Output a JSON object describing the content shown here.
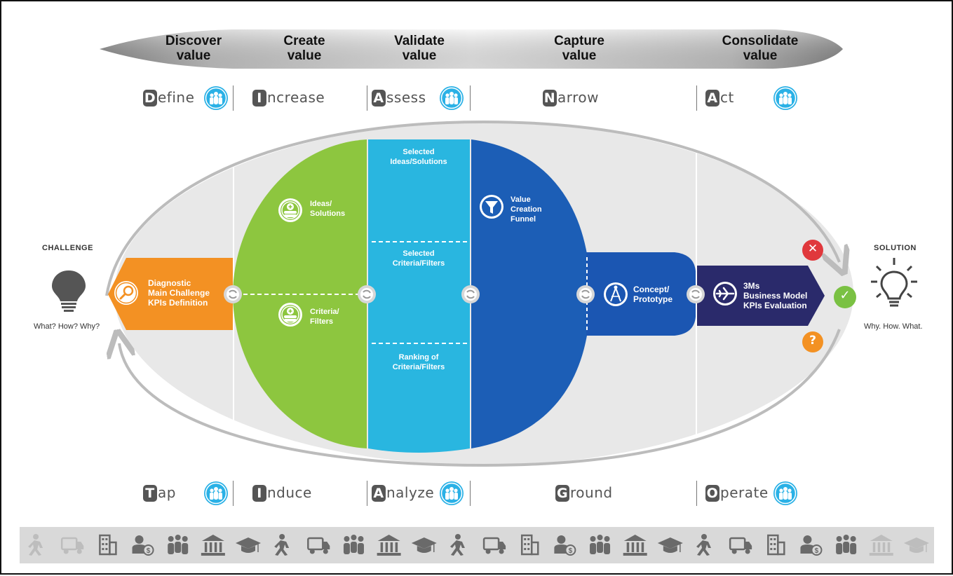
{
  "phases": [
    {
      "top": "Discover",
      "bottom": "value"
    },
    {
      "top": "Create",
      "bottom": "value"
    },
    {
      "top": "Validate",
      "bottom": "value"
    },
    {
      "top": "Capture",
      "bottom": "value"
    },
    {
      "top": "Consolidate",
      "bottom": "value"
    }
  ],
  "top_steps": [
    {
      "initial": "D",
      "rest": "efine"
    },
    {
      "initial": "I",
      "rest": "ncrease"
    },
    {
      "initial": "A",
      "rest": "ssess"
    },
    {
      "initial": "N",
      "rest": "arrow"
    },
    {
      "initial": "A",
      "rest": "ct"
    }
  ],
  "bottom_steps": [
    {
      "initial": "T",
      "rest": "ap"
    },
    {
      "initial": "I",
      "rest": "nduce"
    },
    {
      "initial": "A",
      "rest": "nalyze"
    },
    {
      "initial": "G",
      "rest": "round"
    },
    {
      "initial": "O",
      "rest": "perate"
    }
  ],
  "challenge": {
    "title": "CHALLENGE",
    "caption": "What? How? Why?"
  },
  "solution": {
    "title": "SOLUTION",
    "caption": "Why. How. What."
  },
  "blocks": {
    "diagnostic": [
      "Diagnostic",
      "Main Challenge",
      "KPIs Definition"
    ],
    "ideas": [
      "Ideas/",
      "Solutions"
    ],
    "criteria": [
      "Criteria/",
      "Filters"
    ],
    "selected_ideas": [
      "Selected",
      "Ideas/Solutions"
    ],
    "selected_criteria": [
      "Selected",
      "Criteria/Filters"
    ],
    "ranking": [
      "Ranking of",
      "Criteria/Filters"
    ],
    "funnel": [
      "Value",
      "Creation",
      "Funnel"
    ],
    "concept": [
      "Concept/",
      "Prototype"
    ],
    "business": [
      "3Ms",
      "Business Model",
      "KPIs Evaluation"
    ]
  },
  "status_icons": {
    "reject": "✕",
    "accept": "✓",
    "unknown": "?"
  },
  "colors": {
    "orange": "#f39123",
    "green": "#8dc63f",
    "cyan": "#29b6e0",
    "blue": "#1c5eb6",
    "royal": "#1b56b2",
    "navy": "#2a2a6b",
    "red": "#e0383c",
    "check": "#7ac143",
    "icon_blue": "#2ab1e6"
  },
  "stakeholder_icons": [
    "walking-person-icon",
    "truck-icon",
    "building-icon",
    "investor-icon",
    "group-icon",
    "bank-icon",
    "graduation-cap-icon",
    "walking-person-icon",
    "truck-icon",
    "group-icon",
    "bank-icon",
    "graduation-cap-icon",
    "walking-person-icon",
    "truck-icon",
    "building-icon",
    "investor-icon",
    "group-icon",
    "bank-icon",
    "graduation-cap-icon",
    "walking-person-icon",
    "truck-icon",
    "building-icon",
    "investor-icon",
    "group-icon",
    "bank-icon",
    "graduation-cap-icon"
  ]
}
